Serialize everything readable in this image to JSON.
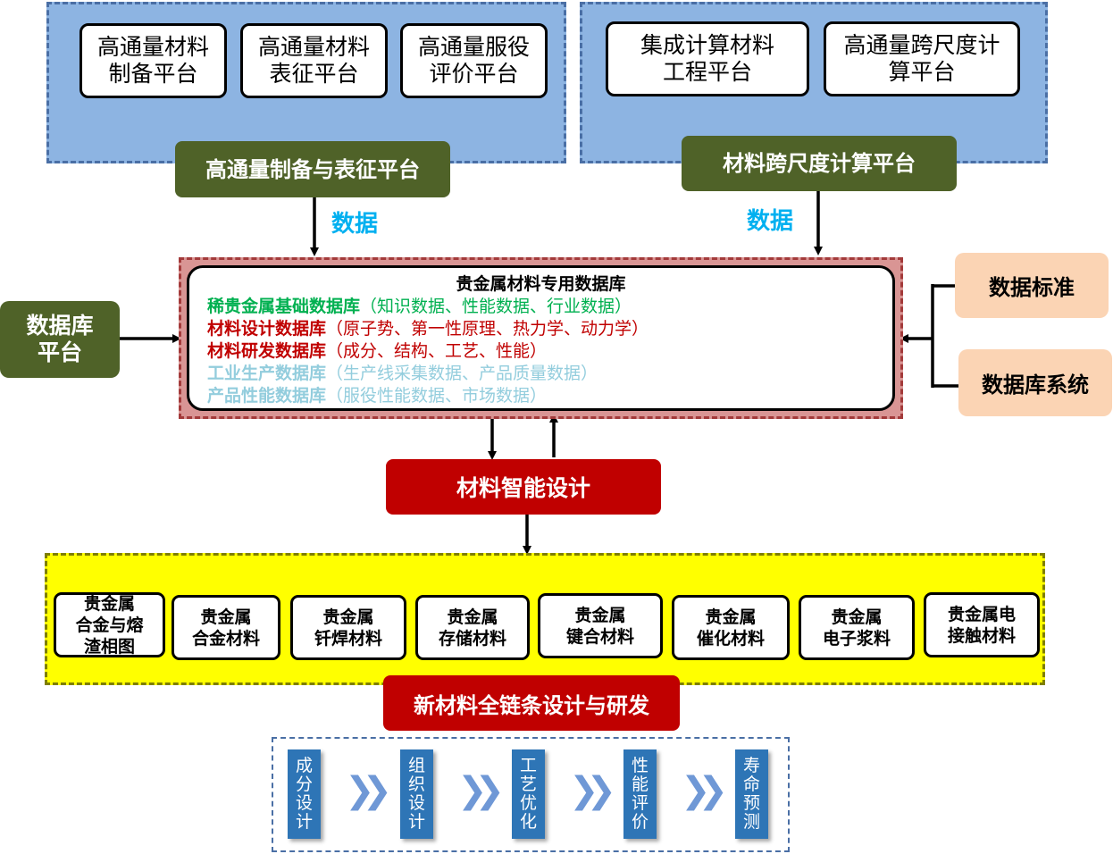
{
  "top_left": {
    "boxes": [
      "高通量材料\n制备平台",
      "高通量材料\n表征平台",
      "高通量服役\n评价平台"
    ],
    "platform": "高通量制备与表征平台"
  },
  "top_right": {
    "boxes": [
      "集成计算材料\n工程平台",
      "高通量跨尺度计\n算平台"
    ],
    "platform": "材料跨尺度计算平台"
  },
  "data_label_left": "数据",
  "data_label_right": "数据",
  "db_platform": "数据库\n平台",
  "db": {
    "title": "贵金属材料专用数据库",
    "lines": [
      {
        "name": "稀贵金属基础数据库",
        "detail": "（知识数据、性能数据、行业数据）",
        "color": "#00b050"
      },
      {
        "name": "材料设计数据库",
        "detail": "（原子势、第一性原理、热力学、动力学）",
        "color": "#c00000"
      },
      {
        "name": "材料研发数据库",
        "detail": "（成分、结构、工艺、性能）",
        "color": "#c00000"
      },
      {
        "name": "工业生产数据库",
        "detail": "（生产线采集数据、产品质量数据）",
        "color": "#93cddd"
      },
      {
        "name": "产品性能数据库",
        "detail": "（服役性能数据、市场数据）",
        "color": "#93cddd"
      }
    ]
  },
  "right_boxes": [
    "数据标准",
    "数据库系统"
  ],
  "intelligent_design": "材料智能设计",
  "materials": [
    "贵金属\n合金与熔\n渣相图",
    "贵金属\n合金材料",
    "贵金属\n钎焊材料",
    "贵金属\n存储材料",
    "贵金属\n键合材料",
    "贵金属\n催化材料",
    "贵金属\n电子浆料",
    "贵金属电\n接触材料"
  ],
  "full_chain": "新材料全链条设计与研发",
  "steps": [
    "成\n分\n设\n计",
    "组\n织\n设\n计",
    "工\n艺\n优\n化",
    "性\n能\n评\n价",
    "寿\n命\n预\n测"
  ],
  "colors": {
    "blue_panel": "#8db4e2",
    "green": "#4f6228",
    "red": "#c00000",
    "peach": "#fbd4b4",
    "cyan": "#00b0f0",
    "yellow": "#ffff00",
    "pink": "#d99594",
    "step_blue": "#2e75b6"
  }
}
